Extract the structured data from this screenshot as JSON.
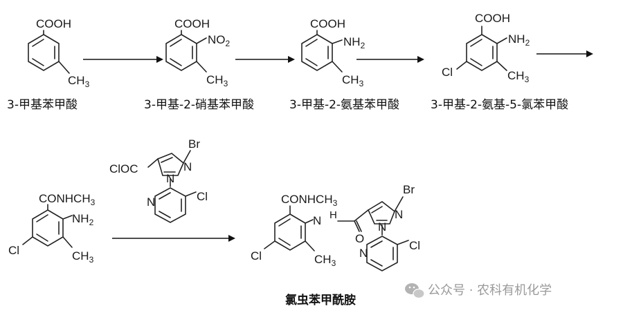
{
  "compounds": {
    "c1": {
      "name": "3-甲基苯甲酸",
      "substituents": {
        "top": "COOH",
        "ch3": "CH3"
      }
    },
    "c2": {
      "name": "3-甲基-2-硝基苯甲酸",
      "substituents": {
        "top": "COOH",
        "no2": "NO2",
        "ch3": "CH3"
      }
    },
    "c3": {
      "name": "3-甲基-2-氨基苯甲酸",
      "substituents": {
        "top": "COOH",
        "nh2": "NH2",
        "ch3": "CH3"
      }
    },
    "c4": {
      "name": "3-甲基-2-氨基-5-氯苯甲酸",
      "substituents": {
        "top": "COOH",
        "nh2": "NH2",
        "cl": "Cl",
        "ch3": "CH3"
      }
    },
    "c5": {
      "substituents": {
        "top": "CONHCH3",
        "nh2": "NH2",
        "cl": "Cl",
        "ch3": "CH3"
      }
    },
    "reagent": {
      "substituents": {
        "cloc": "ClOC",
        "br": "Br",
        "n1": "N",
        "n2": "N",
        "n_py": "N",
        "cl": "Cl"
      }
    },
    "product": {
      "name": "氯虫苯甲酰胺",
      "substituents": {
        "top": "CONHCH3",
        "nh": "N",
        "h": "H",
        "o": "O",
        "br": "Br",
        "n1": "N",
        "n2": "N",
        "n_py": "N",
        "cl_py": "Cl",
        "cl": "Cl",
        "ch3": "CH3"
      }
    }
  },
  "watermark": {
    "icon": "wechat-icon",
    "text": "公众号 · 农科有机化学"
  }
}
